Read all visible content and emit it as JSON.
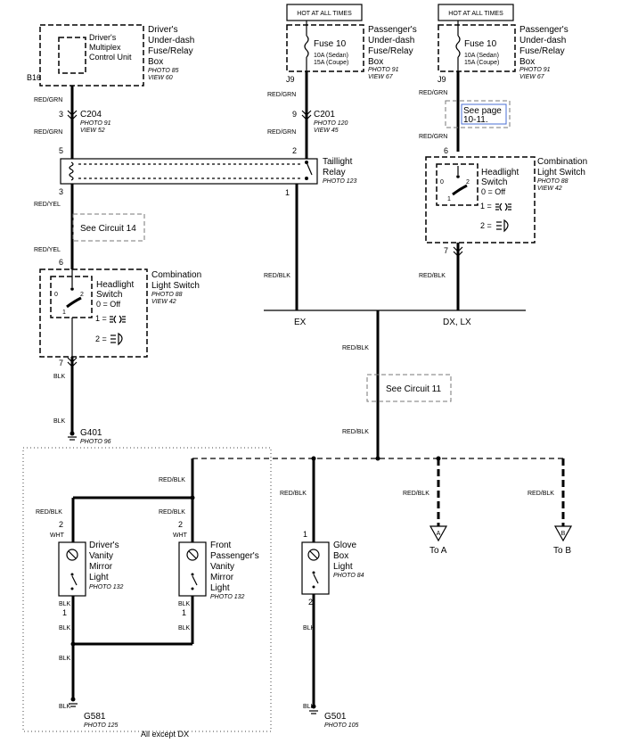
{
  "hot_labels": {
    "left": "HOT AT ALL TIMES",
    "right": "HOT AT ALL TIMES"
  },
  "under_dash_box": {
    "title": [
      "Driver's",
      "Under-dash",
      "Fuse/Relay",
      "Box"
    ],
    "photo": "PHOTO 85",
    "view": "VIEW 60"
  },
  "mpcu": {
    "name": [
      "Driver's",
      "Multiplex",
      "Control Unit"
    ],
    "pin": "B16"
  },
  "pass_fuse_box": {
    "title": [
      "Passenger's",
      "Under-dash",
      "Fuse/Relay",
      "Box"
    ],
    "photo": "PHOTO 91",
    "view": "VIEW 67"
  },
  "fuse": {
    "name": "Fuse 10",
    "rating1": "10A (Sedan)",
    "rating2": "15A (Coupe)",
    "pin": "J9"
  },
  "c204": {
    "name": "C204",
    "photo": "PHOTO 91",
    "view": "VIEW 52",
    "pin_top": "3",
    "pin_bottom": "5"
  },
  "c201": {
    "name": "C201",
    "photo": "PHOTO 120",
    "view": "VIEW 45",
    "pin_top": "9",
    "pin_bottom": "2"
  },
  "taillight_relay": {
    "name": [
      "Taillight",
      "Relay"
    ],
    "photo": "PHOTO 123",
    "pin_out": "1",
    "pin_left": "3"
  },
  "see_page": [
    "See page",
    "10-11."
  ],
  "see_circuit_14": "See Circuit 14",
  "see_circuit_11": "See Circuit 11",
  "switch_left": {
    "title": [
      "Combination",
      "Light Switch"
    ],
    "photo": "PHOTO 88",
    "view": "VIEW 42",
    "pin_in": "6",
    "pin_out": "7"
  },
  "switch_right": {
    "title": [
      "Combination",
      "Light Switch"
    ],
    "photo": "PHOTO 88",
    "view": "VIEW 42",
    "pin_in": "6",
    "pin_out": "7"
  },
  "hl_switch": {
    "name": [
      "Headlight",
      "Switch"
    ],
    "off": "0 = Off",
    "pos1": "1 =",
    "pos2": "2 =",
    "c0": "0",
    "c1": "1",
    "c2": "2"
  },
  "wires": {
    "red_grn": "RED/GRN",
    "red_yel": "RED/YEL",
    "red_blk": "RED/BLK",
    "blk": "BLK",
    "wht": "WHT"
  },
  "bus": {
    "ex": "EX",
    "dx_lx": "DX, LX"
  },
  "ground_g401": {
    "name": "G401",
    "photo": "PHOTO 96"
  },
  "ground_g581": {
    "name": "G581",
    "photo": "PHOTO 125"
  },
  "ground_g501": {
    "name": "G501",
    "photo": "PHOTO 105"
  },
  "driver_mirror": {
    "name": [
      "Driver's",
      "Vanity",
      "Mirror",
      "Light"
    ],
    "photo": "PHOTO 132",
    "pin_top": "2",
    "pin_bottom": "1"
  },
  "pass_mirror": {
    "name": [
      "Front",
      "Passenger's",
      "Vanity",
      "Mirror",
      "Light"
    ],
    "photo": "PHOTO 132",
    "pin_top": "2",
    "pin_bottom": "1"
  },
  "glove_box": {
    "name": [
      "Glove",
      "Box",
      "Light"
    ],
    "photo": "PHOTO 84",
    "pin_top": "1",
    "pin_bottom": "2"
  },
  "to_a": {
    "letter": "A",
    "label": "To A"
  },
  "to_b": {
    "letter": "B",
    "label": "To B"
  },
  "all_except_dx": "All except DX"
}
